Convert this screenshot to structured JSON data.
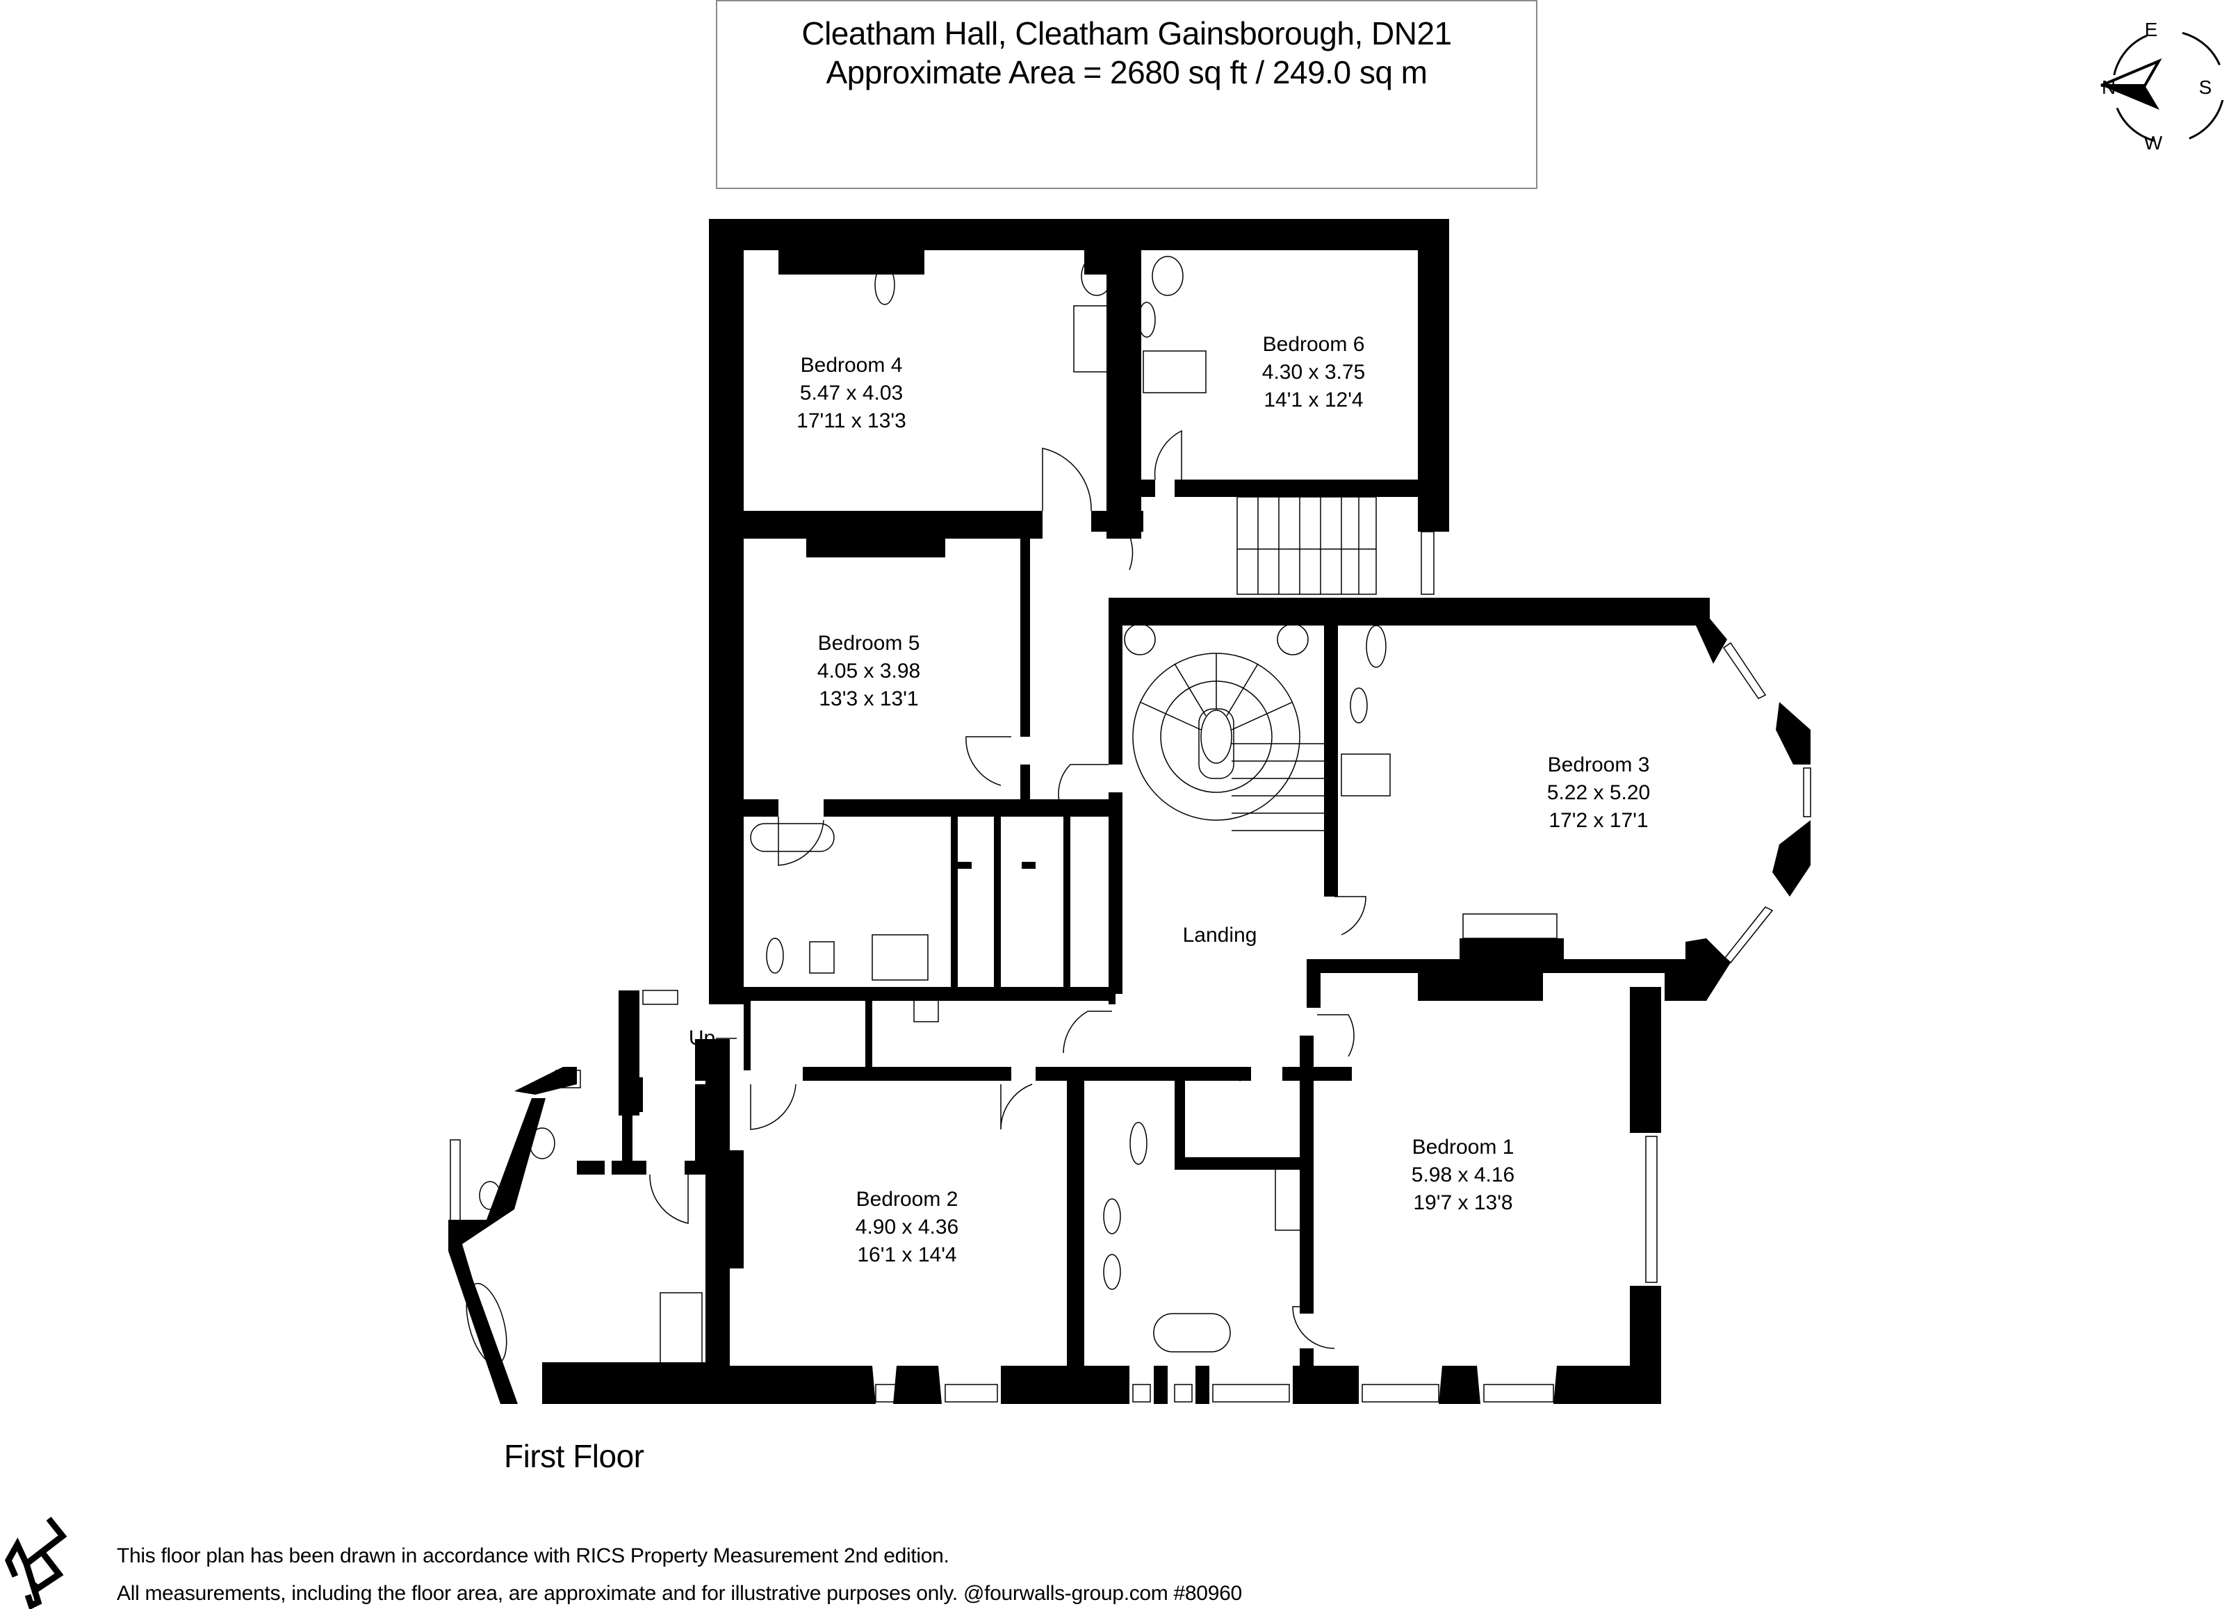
{
  "header": {
    "address": "Cleatham Hall, Cleatham Gainsborough, DN21",
    "area": "Approximate Area = 2680 sq ft / 249.0 sq m"
  },
  "compass": {
    "north": "N",
    "east": "E",
    "south": "S",
    "west": "W",
    "icon": "compass-arrow-icon"
  },
  "floor": {
    "label": "First Floor",
    "stair_label": "Up"
  },
  "rooms": [
    {
      "name": "Bedroom 4",
      "metric": "5.47 x 4.03",
      "imperial": "17'11 x 13'3"
    },
    {
      "name": "Bedroom 6",
      "metric": "4.30 x 3.75",
      "imperial": "14'1 x 12'4"
    },
    {
      "name": "Bedroom 5",
      "metric": "4.05 x 3.98",
      "imperial": "13'3 x 13'1"
    },
    {
      "name": "Bedroom 3",
      "metric": "5.22 x 5.20",
      "imperial": "17'2 x 17'1"
    },
    {
      "name": "Landing",
      "metric": "",
      "imperial": ""
    },
    {
      "name": "Bedroom 2",
      "metric": "4.90 x 4.36",
      "imperial": "16'1 x 14'4"
    },
    {
      "name": "Bedroom 1",
      "metric": "5.98 x 4.16",
      "imperial": "19'7 x 13'8"
    }
  ],
  "footer": {
    "line1": "This floor plan has been drawn in accordance with RICS Property Measurement 2nd edition.",
    "line2": "All measurements, including the floor area, are approximate and for illustrative purposes only. @fourwalls-group.com #80960",
    "logo_icon": "fourwalls-logo-icon"
  },
  "colors": {
    "wall": "#000000",
    "background": "#ffffff",
    "title_border": "#8a8a8a"
  }
}
